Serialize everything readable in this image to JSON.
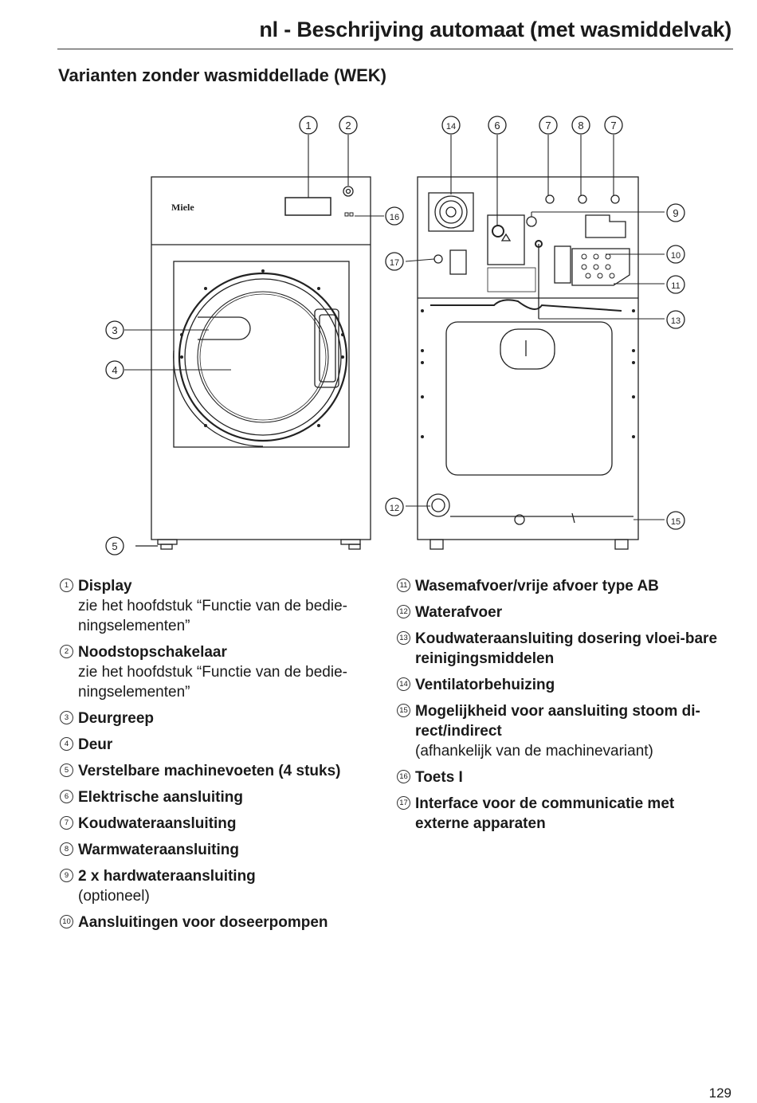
{
  "header": {
    "title": "nl - Beschrijving automaat (met wasmiddelvak)"
  },
  "section": {
    "title": "Varianten zonder wasmiddellade (WEK)"
  },
  "diagram": {
    "brand_logo": "Miele",
    "callouts": [
      "1",
      "2",
      "3",
      "4",
      "5",
      "6",
      "7",
      "8",
      "7",
      "9",
      "10",
      "11",
      "12",
      "13",
      "14",
      "15",
      "16",
      "17"
    ]
  },
  "legend_left": [
    {
      "num": "1",
      "label": "Display",
      "desc": "zie het hoofdstuk “Functie van de bedie-ningselementen”"
    },
    {
      "num": "2",
      "label": "Noodstopschakelaar",
      "desc": "zie het hoofdstuk “Functie van de bedie-ningselementen”"
    },
    {
      "num": "3",
      "label": "Deurgreep",
      "desc": ""
    },
    {
      "num": "4",
      "label": "Deur",
      "desc": ""
    },
    {
      "num": "5",
      "label": "Verstelbare machinevoeten (4 stuks)",
      "desc": ""
    },
    {
      "num": "6",
      "label": "Elektrische aansluiting",
      "desc": ""
    },
    {
      "num": "7",
      "label": "Koudwateraansluiting",
      "desc": ""
    },
    {
      "num": "8",
      "label": "Warmwateraansluiting",
      "desc": ""
    },
    {
      "num": "9",
      "label": "2 x hardwateraansluiting",
      "desc": "(optioneel)"
    },
    {
      "num": "10",
      "label": "Aansluitingen voor doseerpompen",
      "desc": ""
    }
  ],
  "legend_right": [
    {
      "num": "11",
      "label": "Wasemafvoer/vrije afvoer type AB",
      "desc": ""
    },
    {
      "num": "12",
      "label": "Waterafvoer",
      "desc": ""
    },
    {
      "num": "13",
      "label": "Koudwateraansluiting dosering vloei-bare reinigingsmiddelen",
      "desc": ""
    },
    {
      "num": "14",
      "label": "Ventilatorbehuizing",
      "desc": ""
    },
    {
      "num": "15",
      "label": "Mogelijkheid voor aansluiting stoom di-rect/indirect",
      "desc": "(afhankelijk van de machinevariant)"
    },
    {
      "num": "16",
      "label": "Toets I",
      "desc": ""
    },
    {
      "num": "17",
      "label": "Interface voor de communicatie met externe apparaten",
      "desc": ""
    }
  ],
  "page_number": "129"
}
